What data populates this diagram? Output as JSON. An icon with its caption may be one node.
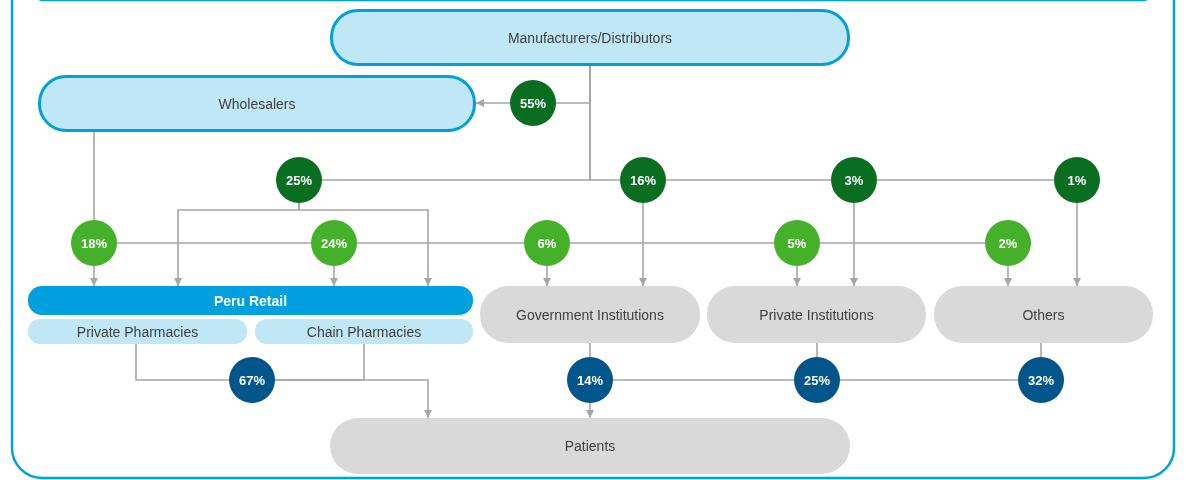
{
  "diagram": {
    "nodes": [
      {
        "text": [
          "Manufacturers/Distributors"
        ]
      },
      {
        "text": [
          "Wholesalers"
        ]
      },
      {
        "text": [
          "55%"
        ]
      },
      {
        "text": [
          "25%"
        ]
      },
      {
        "text": [
          "16%"
        ]
      },
      {
        "text": [
          "3%"
        ]
      },
      {
        "text": [
          "1%"
        ]
      },
      {
        "text": [
          "18%"
        ]
      },
      {
        "text": [
          "24%"
        ]
      },
      {
        "text": [
          "6%"
        ]
      },
      {
        "text": [
          "5%"
        ]
      },
      {
        "text": [
          "2%"
        ]
      },
      {
        "text": [
          "Peru Retail"
        ]
      },
      {
        "text": [
          "Private Pharmacies"
        ]
      },
      {
        "text": [
          "Chain Pharmacies"
        ]
      },
      {
        "text": [
          "Government Institutions"
        ]
      },
      {
        "text": [
          "Private Institutions"
        ]
      },
      {
        "text": [
          "Others"
        ]
      },
      {
        "text": [
          "67%"
        ]
      },
      {
        "text": [
          "14%"
        ]
      },
      {
        "text": [
          "25%"
        ]
      },
      {
        "text": [
          "32%"
        ]
      },
      {
        "text": [
          "Patients"
        ]
      }
    ],
    "edges": [
      {
        "from": 0,
        "to": 2,
        "arrow": "none"
      },
      {
        "from": 2,
        "to": 1,
        "arrow": "to"
      },
      {
        "from": 0,
        "to": 3,
        "arrow": "none"
      },
      {
        "from": 0,
        "to": 4,
        "arrow": "none"
      },
      {
        "from": 4,
        "to": 5,
        "arrow": "none"
      },
      {
        "from": 5,
        "to": 6,
        "arrow": "none"
      },
      {
        "from": 3,
        "to": 12,
        "arrow": "to"
      },
      {
        "from": 3,
        "to": 12,
        "arrow": "to"
      },
      {
        "from": 4,
        "to": 15,
        "arrow": "to"
      },
      {
        "from": 5,
        "to": 16,
        "arrow": "to"
      },
      {
        "from": 6,
        "to": 17,
        "arrow": "to"
      },
      {
        "from": 1,
        "to": 7,
        "arrow": "none"
      },
      {
        "from": 7,
        "to": 8,
        "arrow": "none"
      },
      {
        "from": 8,
        "to": 9,
        "arrow": "none"
      },
      {
        "from": 9,
        "to": 10,
        "arrow": "none"
      },
      {
        "from": 10,
        "to": 11,
        "arrow": "none"
      },
      {
        "from": 7,
        "to": 12,
        "arrow": "to"
      },
      {
        "from": 8,
        "to": 12,
        "arrow": "to"
      },
      {
        "from": 9,
        "to": 15,
        "arrow": "to"
      },
      {
        "from": 10,
        "to": 16,
        "arrow": "to"
      },
      {
        "from": 11,
        "to": 17,
        "arrow": "to"
      },
      {
        "from": 13,
        "to": 18,
        "arrow": "none"
      },
      {
        "from": 14,
        "to": 18,
        "arrow": "none"
      },
      {
        "from": 18,
        "to": 22,
        "arrow": "to"
      },
      {
        "from": 15,
        "to": 19,
        "arrow": "none"
      },
      {
        "from": 19,
        "to": 22,
        "arrow": "to"
      },
      {
        "from": 20,
        "to": 19,
        "arrow": "none"
      },
      {
        "from": 21,
        "to": 20,
        "arrow": "none"
      },
      {
        "from": 16,
        "to": 20,
        "arrow": "none"
      },
      {
        "from": 17,
        "to": 21,
        "arrow": "none"
      }
    ]
  }
}
